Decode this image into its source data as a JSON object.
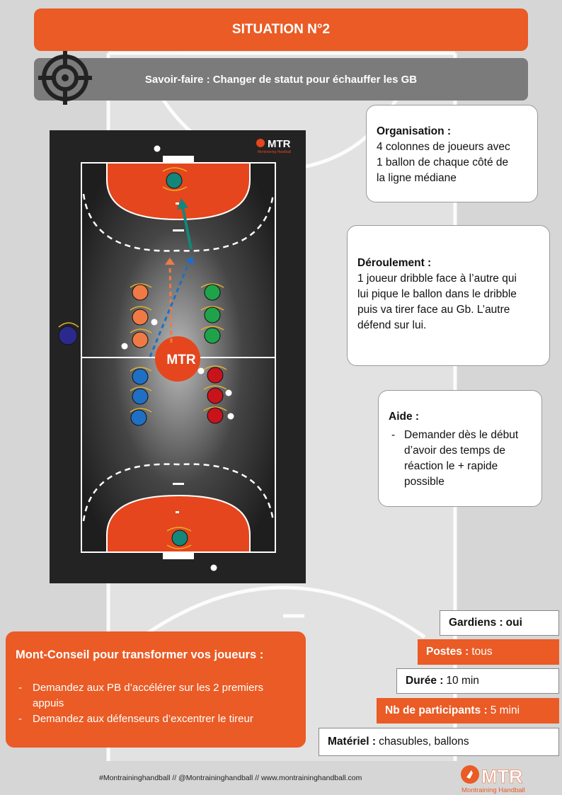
{
  "header": {
    "title": "SITUATION N°2",
    "skill": "Savoir-faire  : Changer de statut pour échauffer les GB"
  },
  "court": {
    "logo_small": "MTR",
    "logo_small_sub": "Montraining Handball",
    "center_logo": "MTR"
  },
  "organisation": {
    "heading": "Organisation :",
    "lines": [
      "4 colonnes de joueurs avec",
      "1 ballon de chaque côté de",
      "la ligne médiane"
    ]
  },
  "deroulement": {
    "heading": "Déroulement :",
    "lines": [
      "1 joueur dribble face à l’autre qui",
      "lui pique le ballon dans le dribble",
      "puis va tirer face au Gb. L’autre",
      "défend sur lui."
    ]
  },
  "aide": {
    "heading": "Aide :",
    "items": [
      "Demander dès le début d’avoir des temps de réaction le + rapide possible"
    ]
  },
  "advice": {
    "heading": "Mont-Conseil  pour transformer vos joueurs :",
    "items": [
      "Demandez aux PB d’accélérer sur les 2 premiers appuis",
      "Demandez aux défenseurs d’excentrer le tireur"
    ]
  },
  "info": {
    "gardiens": {
      "label": "Gardiens :",
      "value": "oui"
    },
    "postes": {
      "label": "Postes :",
      "value": "tous"
    },
    "duree": {
      "label": "Durée :",
      "value": "10 min"
    },
    "participants": {
      "label": "Nb de participants :",
      "value": "5 mini"
    },
    "materiel": {
      "label": "Matériel :",
      "value": "chasubles, ballons"
    }
  },
  "footer": {
    "text": "#Montraininghandball // @Montraininghandball // www.montraininghandball.com",
    "logo": "MTR",
    "logo_sub": "Montraining Handball"
  },
  "colors": {
    "accent": "#ea5b25",
    "grey_bar": "#7b7b7b",
    "orange_player": "#f07a45",
    "green_player": "#1fa34a",
    "blue_player": "#1f6fc4",
    "red_player": "#c8131b",
    "goalkeeper": "#12877a",
    "outside_player": "#2b2a8c"
  }
}
